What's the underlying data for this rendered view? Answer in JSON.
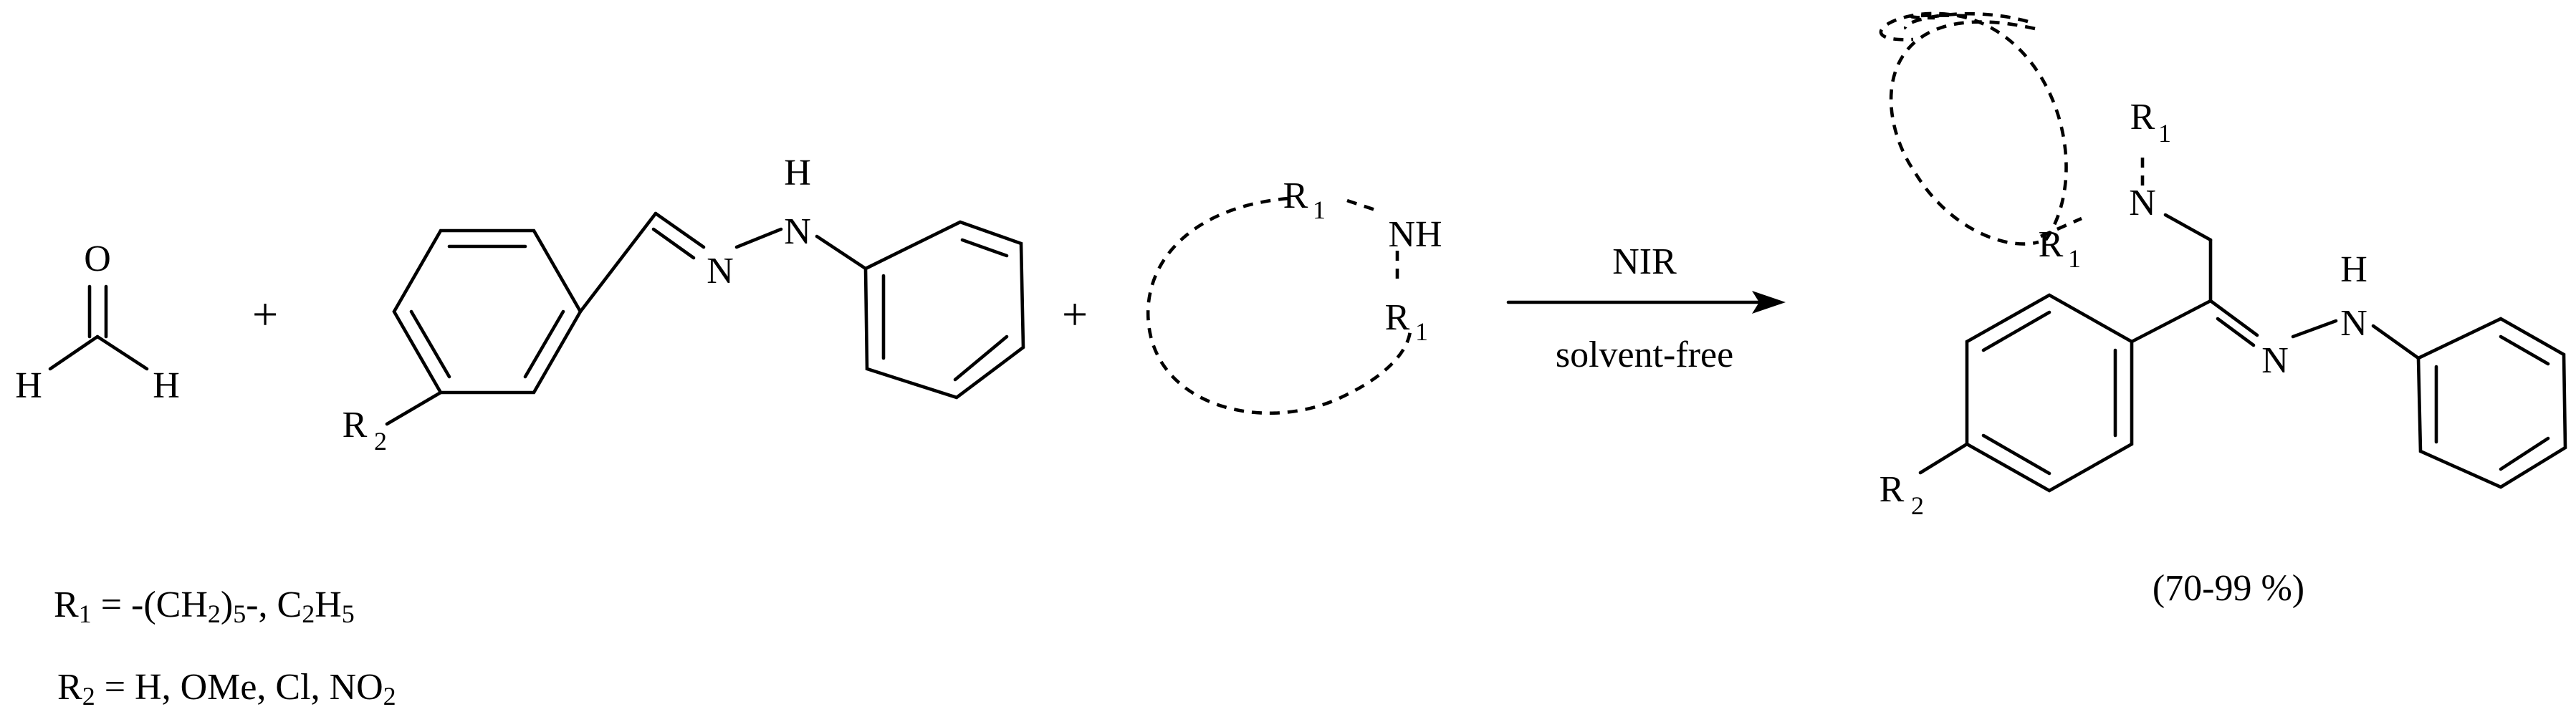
{
  "atoms": {
    "O": "O",
    "H": "H",
    "N": "N",
    "NH": "NH",
    "R": "R",
    "sub1": "1",
    "sub2": "2"
  },
  "operators": {
    "plus": "+"
  },
  "conditions": {
    "above": "NIR",
    "below": "solvent-free"
  },
  "yield": "(70-99 %)",
  "substituents": {
    "r1": {
      "lhs": "R",
      "lhs_sub": "1",
      "eq": " = -(CH",
      "s2": "2",
      "p5": ")",
      "s5": "5",
      "mid": "-, C",
      "c2": "2",
      "h": "H",
      "h5": "5"
    },
    "r2": {
      "lhs": "R",
      "lhs_sub": "2",
      "text": " = H, OMe, Cl, NO",
      "no2": "2"
    }
  }
}
